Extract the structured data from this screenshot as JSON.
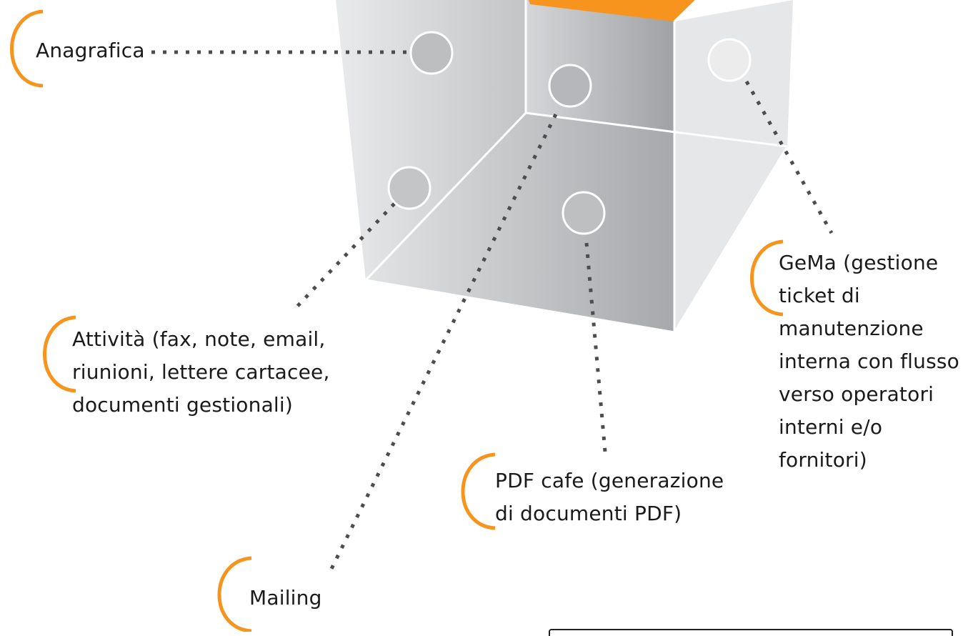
{
  "colors": {
    "accent": "#f7941d",
    "cube_face_light": "#e6e7e8",
    "cube_face_dark": "#a3a5a8",
    "leader_dots": "#4d4d4d",
    "hotspot_fill": "#bcbec0",
    "hotspot_stroke": "#ffffff"
  },
  "labels": {
    "anagrafica": "Anagrafica",
    "attivita": "Attività (fax, note, email,\nriunioni, lettere cartacee,\ndocumenti gestionali)",
    "gema": "GeMa (gestione\nticket di\nmanutenzione\ninterna con flusso\nverso operatori\ninterni e/o\nfornitori)",
    "pdf_cafe": "PDF cafe (generazione\ndi documenti PDF)",
    "mailing": "Mailing"
  }
}
